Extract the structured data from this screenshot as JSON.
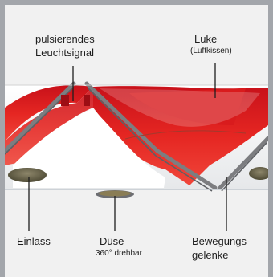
{
  "labels": {
    "signal_line1": "pulsierendes",
    "signal_line2": "Leuchtsignal",
    "hatch": "Luke",
    "hatch_sub": "(Luftkissen)",
    "inlet": "Einlass",
    "nozzle": "Düse",
    "nozzle_sub": "360° drehbar",
    "joints_line1": "Bewegungs-",
    "joints_line2": "gelenke"
  },
  "colors": {
    "background_frame": "#a3a6ab",
    "panel": "#f1f1f1",
    "red_surface": "#e0201f",
    "white_surface": "#ffffff",
    "metal_rods": "#7c7d80",
    "intake_olive": "#6f6a4f"
  }
}
